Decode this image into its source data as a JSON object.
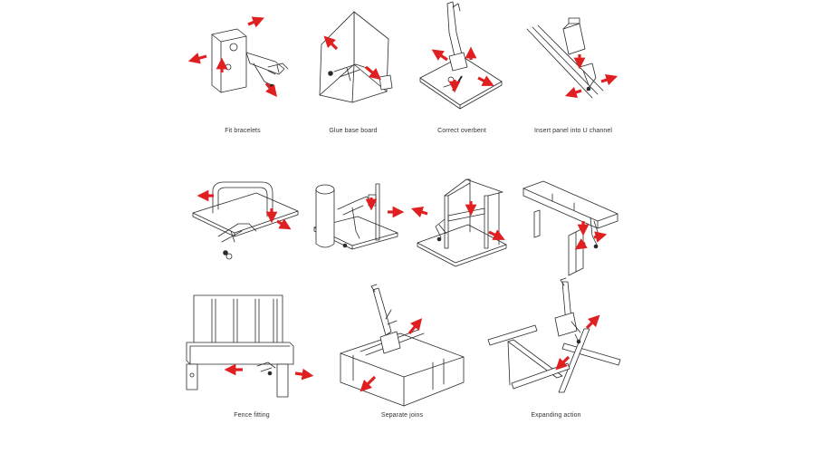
{
  "sheet": {
    "accent_color": "#e02020",
    "line_color": "#2a2a2a",
    "panels": [
      {
        "caption": "Fit bracelets",
        "icon": "clamp-bracket-icon"
      },
      {
        "caption": "Glue base board",
        "icon": "clamp-corner-icon"
      },
      {
        "caption": "Correct overbent",
        "icon": "clamp-plate-icon"
      },
      {
        "caption": "Insert panel into U channel",
        "icon": "clamp-channel-icon"
      },
      {
        "caption": "",
        "icon": "clamp-frame-icon"
      },
      {
        "caption": "",
        "icon": "clamp-pipe-icon"
      },
      {
        "caption": "",
        "icon": "clamp-box-icon"
      },
      {
        "caption": "",
        "icon": "clamp-beam-icon"
      },
      {
        "caption": "Fence fitting",
        "icon": "clamp-fence-icon"
      },
      {
        "caption": "Separate joins",
        "icon": "clamp-separate-icon"
      },
      {
        "caption": "Expanding action",
        "icon": "clamp-expand-icon"
      }
    ]
  }
}
